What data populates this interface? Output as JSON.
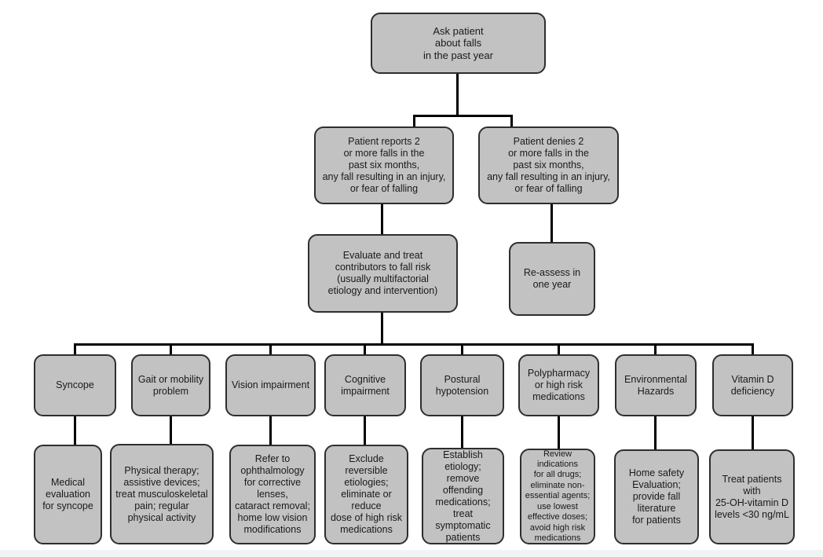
{
  "style": {
    "canvas_bg": "#ffffff",
    "node_fill": "#c2c2c2",
    "node_border": "#2e2e2e",
    "connector_color": "#000000",
    "text_color": "#1a1a1a",
    "footer_strip": "#f1f4f5"
  },
  "flowchart": {
    "root": {
      "label": "Ask patient\nabout falls\nin the past year"
    },
    "branch_reports": {
      "label": "Patient reports 2\nor more falls in the\npast six months,\nany fall resulting in an injury,\nor fear of falling"
    },
    "branch_denies": {
      "label": "Patient denies 2\nor more falls in the\npast six months,\nany fall resulting in an injury,\nor fear of falling"
    },
    "evaluate": {
      "label": "Evaluate and treat\ncontributors to fall risk\n(usually multifactorial\netiology and intervention)"
    },
    "reassess": {
      "label": "Re-assess in\none year"
    },
    "risk_factors": [
      {
        "factor": "Syncope",
        "intervention": "Medical\nevaluation\nfor syncope"
      },
      {
        "factor": "Gait or mobility\nproblem",
        "intervention": "Physical therapy;\nassistive devices;\ntreat musculoskeletal\npain; regular\nphysical activity"
      },
      {
        "factor": "Vision impairment",
        "intervention": "Refer to\nophthalmology\nfor corrective\nlenses,\ncataract removal;\nhome low vision\nmodifications"
      },
      {
        "factor": "Cognitive\nimpairment",
        "intervention": "Exclude\nreversible\netiologies;\neliminate or\nreduce\ndose of high risk\nmedications"
      },
      {
        "factor": "Postural\nhypotension",
        "intervention": "Establish\netiology;\nremove offending\nmedications;\ntreat symptomatic\npatients"
      },
      {
        "factor": "Polypharmacy\nor high risk\nmedications",
        "intervention": "Review indications\nfor all drugs;\neliminate non-\nessential agents;\nuse lowest\neffective doses;\navoid high risk\nmedications"
      },
      {
        "factor": "Environmental\nHazards",
        "intervention": "Home safety\nEvaluation;\nprovide fall\nliterature\nfor patients"
      },
      {
        "factor": "Vitamin D\ndeficiency",
        "intervention": "Treat patients\nwith\n25-OH-vitamin D\nlevels <30 ng/mL"
      }
    ]
  }
}
